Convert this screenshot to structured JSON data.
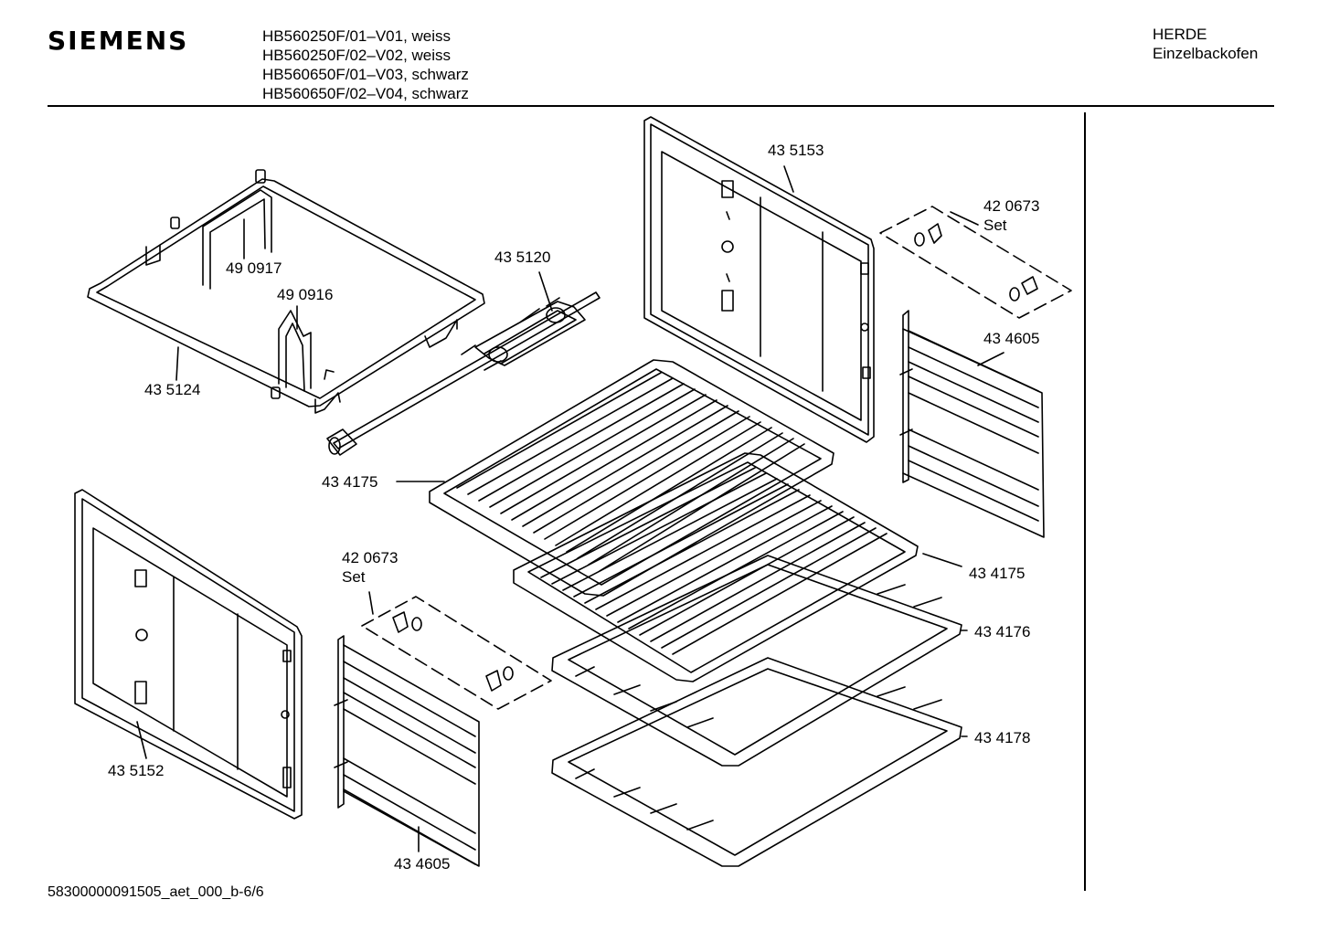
{
  "header": {
    "brand": "SIEMENS",
    "models": [
      "HB560250F/01–V01, weiss",
      "HB560250F/02–V02, weiss",
      "HB560650F/01–V03, schwarz",
      "HB560650F/02–V04, schwarz"
    ],
    "category_line1": "HERDE",
    "category_line2": "Einzelbackofen"
  },
  "parts": {
    "p435153": "43 5153",
    "p420673_top": "42 0673",
    "set_top": "Set",
    "p435120": "43 5120",
    "p490917": "49 0917",
    "p490916": "49 0916",
    "p435124": "43 5124",
    "p434605_right": "43 4605",
    "p434175_left": "43 4175",
    "p434175_right": "43 4175",
    "p420673_bottom": "42 0673",
    "set_bottom": "Set",
    "p434176": "43 4176",
    "p434178": "43 4178",
    "p435152": "43 5152",
    "p434605_bottom": "43 4605"
  },
  "footer": {
    "doc_id": "58300000091505_aet_000_b-6/6"
  }
}
